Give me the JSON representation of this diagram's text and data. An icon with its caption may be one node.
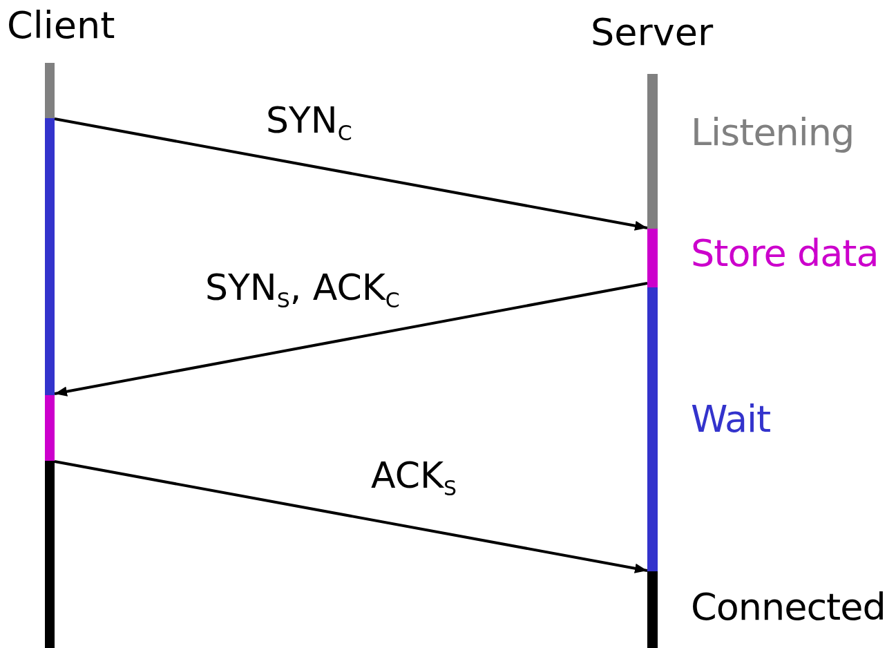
{
  "diagram": {
    "nodes": [
      {
        "text": [
          "Client"
        ]
      },
      {
        "text": [
          "Server"
        ]
      },
      {
        "text": [],
        "shape": "bar",
        "in": 0
      },
      {
        "text": [],
        "shape": "bar",
        "in": 0
      },
      {
        "text": [],
        "shape": "bar",
        "in": 0
      },
      {
        "text": [],
        "shape": "bar",
        "in": 0
      },
      {
        "text": [],
        "shape": "bar",
        "in": 1,
        "beside": [
          "Listening"
        ]
      },
      {
        "text": [],
        "shape": "bar",
        "in": 1,
        "beside": [
          "Store data"
        ]
      },
      {
        "text": [],
        "shape": "bar",
        "in": 1,
        "beside": [
          "Wait"
        ]
      },
      {
        "text": [],
        "shape": "bar",
        "in": 1,
        "beside": [
          "Connected"
        ]
      }
    ],
    "edges": [
      {
        "from": 3,
        "to": 7,
        "arrow": "to",
        "label": "SYN$_{C}$"
      },
      {
        "from": 7,
        "to": 4,
        "arrow": "to",
        "label": "SYN$_{S}$, ACK$_{C}$"
      },
      {
        "from": 5,
        "to": 9,
        "arrow": "to",
        "label": "ACK$_{S}$"
      }
    ]
  }
}
